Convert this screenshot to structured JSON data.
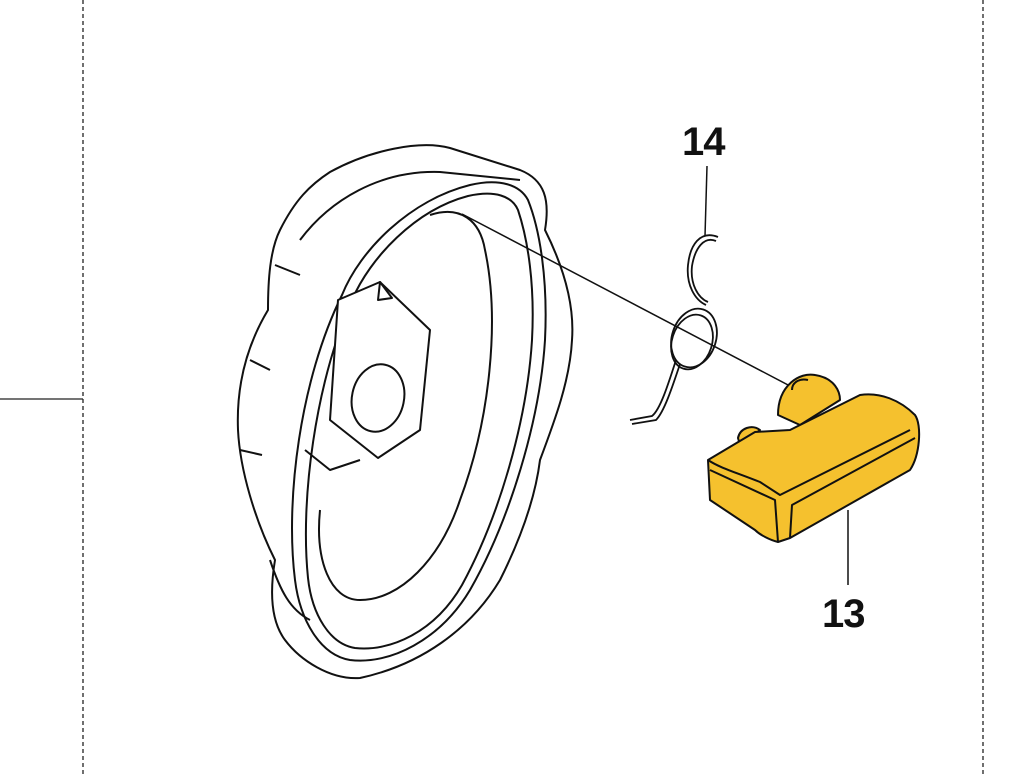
{
  "diagram": {
    "callouts": [
      {
        "id": "14",
        "label": "14",
        "part": "spring"
      },
      {
        "id": "13",
        "label": "13",
        "part": "yellow-knob"
      }
    ],
    "colors": {
      "part_highlight": "#f5c12e",
      "line": "#111111",
      "background": "#ffffff"
    }
  }
}
